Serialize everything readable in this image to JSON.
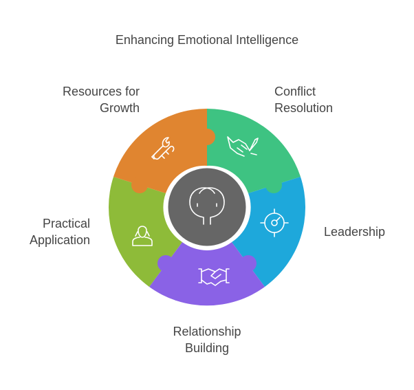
{
  "title": "Enhancing Emotional Intelligence",
  "center": {
    "icon": "two-heads-icon",
    "color": "#666666"
  },
  "segments": [
    {
      "id": "conflict",
      "line1": "Conflict",
      "line2": "Resolution",
      "color": "#3EC382",
      "icon": "handshake-pen-icon"
    },
    {
      "id": "leadership",
      "line1": "Leadership",
      "line2": "",
      "color": "#1EA8DB",
      "icon": "target-gauge-icon"
    },
    {
      "id": "relationship",
      "line1": "Relationship",
      "line2": "Building",
      "color": "#8A62E6",
      "icon": "handshake-icon"
    },
    {
      "id": "practical",
      "line1": "Practical",
      "line2": "Application",
      "color": "#8EBB39",
      "icon": "person-icon"
    },
    {
      "id": "resources",
      "line1": "Resources for",
      "line2": "Growth",
      "color": "#E08530",
      "icon": "tools-icon"
    }
  ]
}
